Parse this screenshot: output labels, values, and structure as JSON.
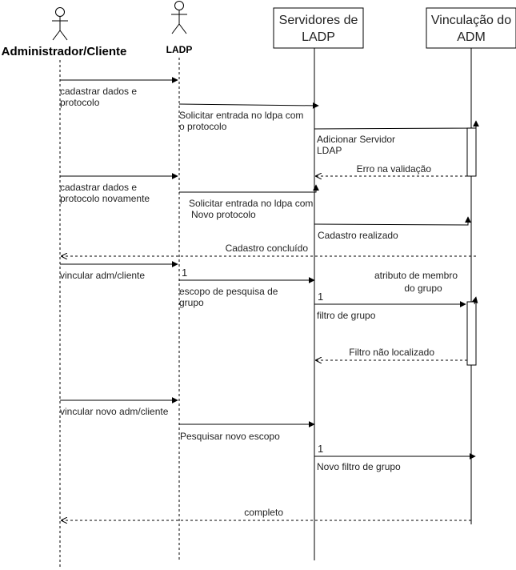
{
  "participants": {
    "admin": {
      "name": "Administrador/Cliente"
    },
    "ladp": {
      "name": "LADP"
    },
    "servidores": {
      "line1": "Servidores de",
      "line2": "LADP"
    },
    "vinculacao": {
      "line1": "Vinculação do",
      "line2": "ADM"
    }
  },
  "messages": {
    "m1": {
      "line1": "cadastrar dados e",
      "line2": "protocolo"
    },
    "m2": {
      "line1": "Solicitar entrada no ldpa com",
      "line2": "o protocolo"
    },
    "m3": {
      "line1": "Adicionar Servidor",
      "line2": "LDAP"
    },
    "m4": {
      "text": "Erro na validação"
    },
    "m5": {
      "line1": "cadastrar dados e",
      "line2": "protocolo novamente"
    },
    "m6": {
      "line1": "Solicitar entrada no ldpa com",
      "line2": "Novo protocolo"
    },
    "m7": {
      "text": "Cadastro realizado"
    },
    "m8": {
      "text": "Cadastro concluído"
    },
    "m9": {
      "text": "vincular adm/cliente"
    },
    "m10": {
      "num": "1",
      "line1": "escopo de pesquisa de",
      "line2": "grupo"
    },
    "m11": {
      "num": "1",
      "text": "filtro de grupo"
    },
    "note1": {
      "line1": "atributo de membro",
      "line2": "do grupo"
    },
    "m12": {
      "text": "Filtro não localizado"
    },
    "m13": {
      "text": "vincular novo adm/cliente"
    },
    "m14": {
      "text": "Pesquisar novo escopo"
    },
    "m15": {
      "num": "1",
      "text": "Novo filtro de grupo"
    },
    "m16": {
      "text": "completo"
    }
  }
}
